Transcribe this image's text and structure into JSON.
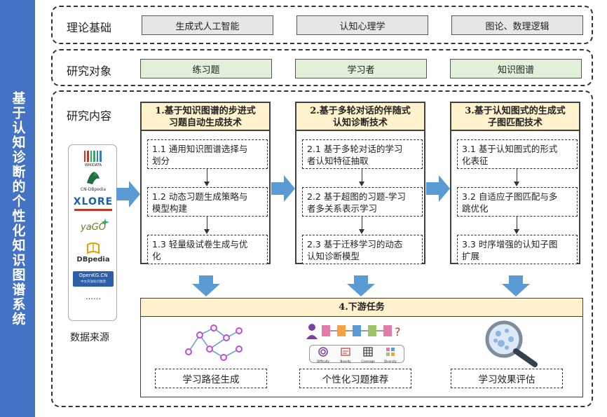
{
  "side_title": "基于认知诊断的个性化知识图谱系统",
  "theory": {
    "label": "理论基础",
    "items": [
      "生成式人工智能",
      "认知心理学",
      "图论、数理逻辑"
    ]
  },
  "objects": {
    "label": "研究对象",
    "items": [
      "练习题",
      "学习者",
      "知识图谱"
    ]
  },
  "content": {
    "label": "研究内容",
    "data_sources_label": "数据来源",
    "logos": {
      "wikidata": "WIKIDATA",
      "cndbpedia": "CN-DBpedia",
      "xlore": "XLORE",
      "yago": "yaGO",
      "dbpedia": "DBpedia",
      "openkg": "OpenKG.CN",
      "openkg_sub": "中文开放知识图谱",
      "more": "……"
    },
    "techs": [
      {
        "title_line1": "1.基于知识图谱的步进式",
        "title_line2": "习题自动生成技术",
        "subs": [
          {
            "l1": "1.1 通用知识图谱选择与",
            "l2": "划分"
          },
          {
            "l1": "1.2 动态习题生成策略与",
            "l2": "模型构建"
          },
          {
            "l1": "1.3 轻量级试卷生成与优",
            "l2": "化"
          }
        ]
      },
      {
        "title_line1": "2.基于多轮对话的伴随式",
        "title_line2": "认知诊断技术",
        "subs": [
          {
            "l1": "2.1 基于多轮对话的学习",
            "l2": "者认知特征抽取"
          },
          {
            "l1": "2.2 基于超图的习题-学习",
            "l2": "者多关系表示学习"
          },
          {
            "l1": "2.3 基于迁移学习的动态",
            "l2": "认知诊断模型"
          }
        ]
      },
      {
        "title_line1": "3.基于认知图式的生成式",
        "title_line2": "子图匹配技术",
        "subs": [
          {
            "l1": "3.1 基于认知图式的形式",
            "l2": "化表征"
          },
          {
            "l1": "3.2 自适应子图匹配与多",
            "l2": "跳优化"
          },
          {
            "l1": "3.3 时序增强的认知子图",
            "l2": "扩展"
          }
        ]
      }
    ],
    "downstream": {
      "title": "4.下游任务",
      "items": [
        "学习路径生成",
        "个性化习题推荐",
        "学习效果评估"
      ],
      "metric_labels": [
        "Difficulty",
        "Novelty",
        "Coverage",
        "Diversity"
      ]
    }
  },
  "colors": {
    "side_bar": "#4472c4",
    "arrow": "#5b9bd5",
    "header_fill": "#fff2cc",
    "gray_pill": "#e6e6e6",
    "green_pill": "#e2efd9"
  }
}
